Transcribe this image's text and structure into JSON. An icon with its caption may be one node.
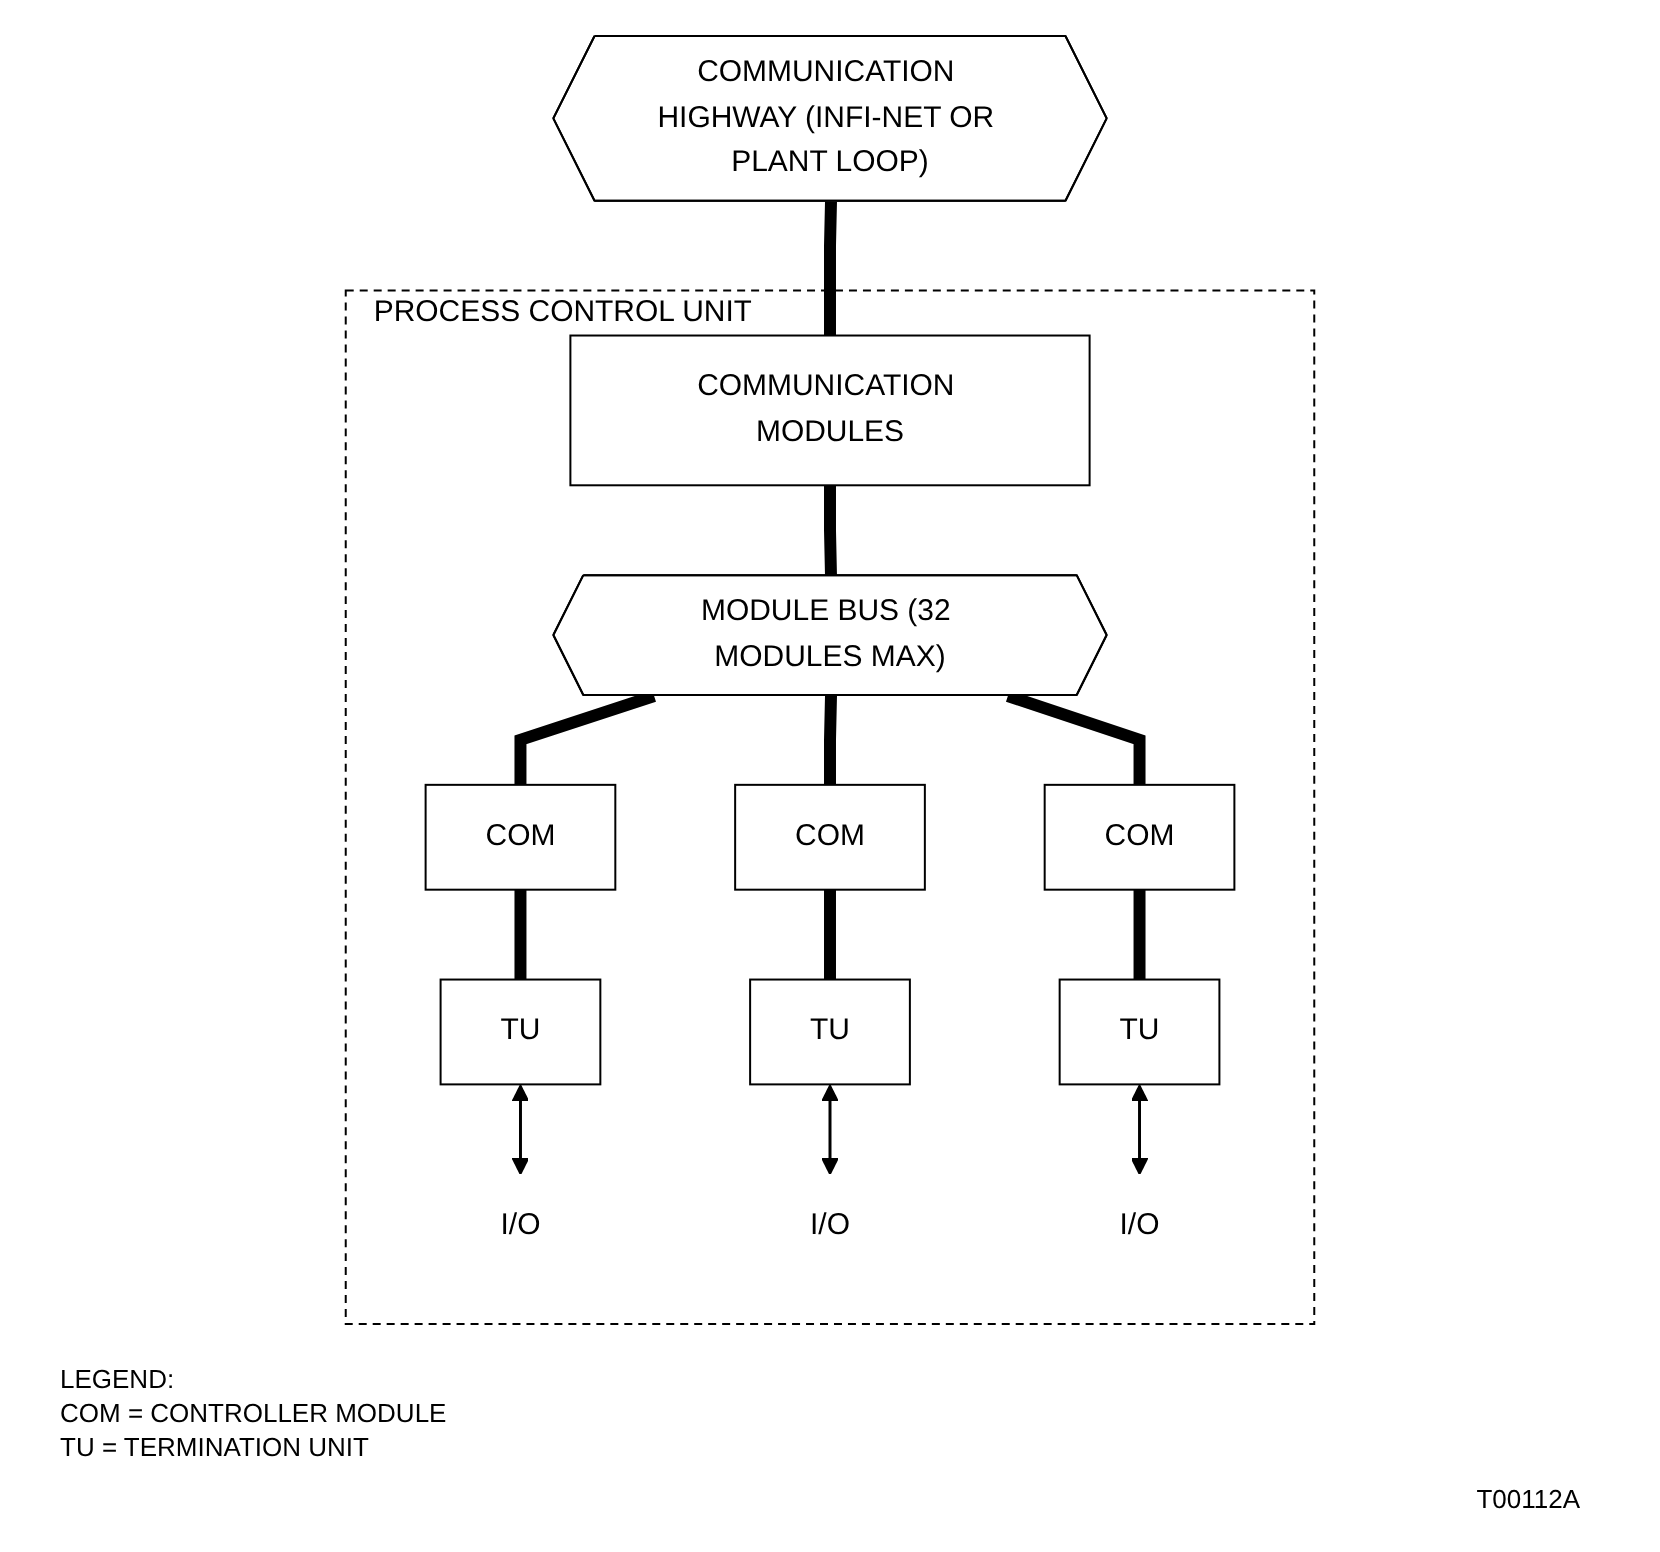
{
  "diagram": {
    "nodes": [
      {
        "text": [
          "COMMUNICATION HIGHWAY (INFI-NET OR PLANT LOOP)"
        ]
      },
      {
        "text": [
          "PROCESS CONTROL UNIT"
        ]
      },
      {
        "text": [
          "COMMUNICATION MODULES"
        ],
        "in": 1
      },
      {
        "text": [
          "MODULE BUS (32 MODULES MAX)"
        ],
        "in": 1
      },
      {
        "text": [
          "COM"
        ],
        "in": 1
      },
      {
        "text": [
          "COM"
        ],
        "in": 1
      },
      {
        "text": [
          "COM"
        ],
        "in": 1
      },
      {
        "text": [
          "TU"
        ],
        "in": 1
      },
      {
        "text": [
          "TU"
        ],
        "in": 1
      },
      {
        "text": [
          "TU"
        ],
        "in": 1
      },
      {
        "text": [
          "I/O"
        ],
        "in": 1
      },
      {
        "text": [
          "I/O"
        ],
        "in": 1
      },
      {
        "text": [
          "I/O"
        ],
        "in": 1
      }
    ],
    "edges": [
      {
        "from": 0,
        "to": 2,
        "arrow": "none"
      },
      {
        "from": 2,
        "to": 3,
        "arrow": "none"
      },
      {
        "from": 3,
        "to": 4,
        "arrow": "none"
      },
      {
        "from": 3,
        "to": 5,
        "arrow": "none"
      },
      {
        "from": 3,
        "to": 6,
        "arrow": "none"
      },
      {
        "from": 4,
        "to": 7,
        "arrow": "none"
      },
      {
        "from": 5,
        "to": 8,
        "arrow": "none"
      },
      {
        "from": 6,
        "to": 9,
        "arrow": "none"
      },
      {
        "from": 7,
        "to": 10,
        "arrow": "both"
      },
      {
        "from": 8,
        "to": 11,
        "arrow": "both"
      },
      {
        "from": 9,
        "to": 12,
        "arrow": "both"
      }
    ],
    "labels": [
      "LEGEND:",
      "COM = CONTROLLER MODULE",
      "TU = TERMINATION UNIT",
      "T00112A"
    ]
  }
}
